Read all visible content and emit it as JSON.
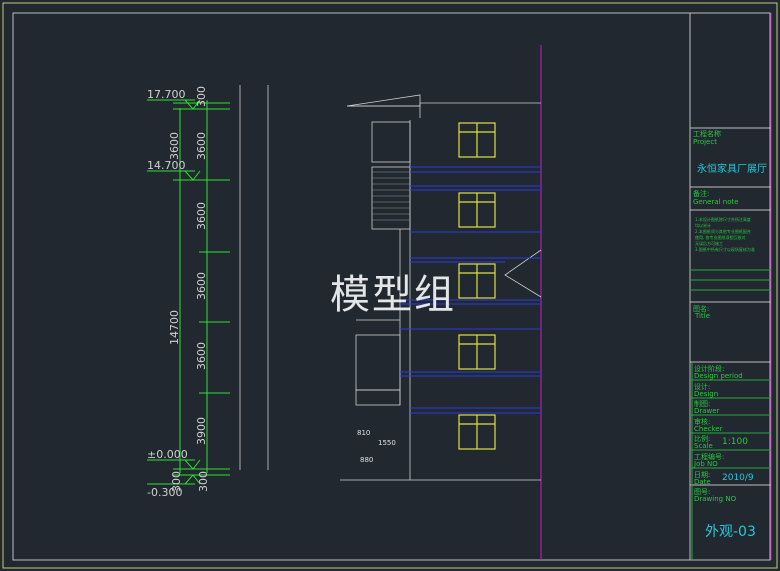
{
  "watermark": "模型组",
  "elevations": {
    "top": "17.700",
    "e2": "14.700",
    "zero": "±0.000",
    "minus": "-0.300"
  },
  "dims": {
    "total": "14700",
    "d_top": "3600",
    "d_300a": "300",
    "d1": "3600",
    "d2": "3600",
    "d3": "3600",
    "d4": "3600",
    "d5": "3900",
    "d_300b": "300",
    "d_300c": "300",
    "detail1": "810",
    "detail2": "1550",
    "detail3": "880"
  },
  "title_block": {
    "project_label": "工程名称",
    "project_label_en": "Project",
    "project_value": "永恒家具厂展厅",
    "note_label": "备注:",
    "note_label_en": "General note",
    "notes": [
      "1.本设计图纸除尺寸外所注高度",
      "   均以米计",
      "2.本图纸须与其他专业图纸配合",
      "   使用, 各专业图纸须相互核对",
      "   无误后方可施工",
      "3.图纸中所有尺寸以现场复核为准"
    ],
    "title_label": "图名:",
    "title_label_en": "Title",
    "design_period_label": "设计阶段:",
    "design_period_en": "Design period",
    "design_label": "设计:",
    "design_en": "Design",
    "drawer_label": "制图:",
    "drawer_en": "Drawer",
    "checker_label": "审核:",
    "checker_en": "Checker",
    "scale_label": "比例:",
    "scale_en": "Scale",
    "scale_value": "1:100",
    "job_label": "工程编号:",
    "job_en": "Job NO",
    "date_label": "日期:",
    "date_en": "Date",
    "date_value": "2010/9",
    "drawing_label": "图号:",
    "drawing_en": "Drawing NO",
    "drawing_value": "外观-03"
  }
}
